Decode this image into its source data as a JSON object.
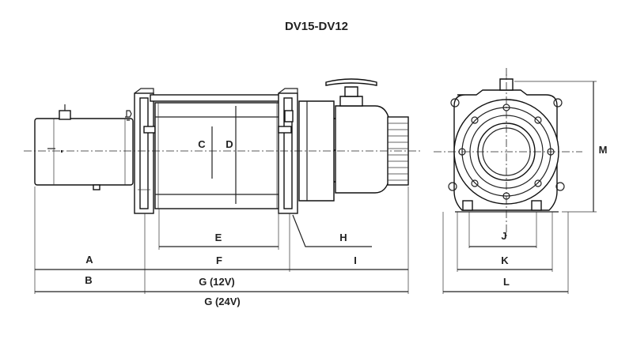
{
  "title": "DV15-DV12",
  "labels": {
    "A": "A",
    "B": "B",
    "C": "C",
    "D": "D",
    "E": "E",
    "F": "F",
    "G12": "G (12V)",
    "G24": "G (24V)",
    "H": "H",
    "I": "I",
    "J": "J",
    "K": "K",
    "L": "L",
    "M": "M"
  }
}
